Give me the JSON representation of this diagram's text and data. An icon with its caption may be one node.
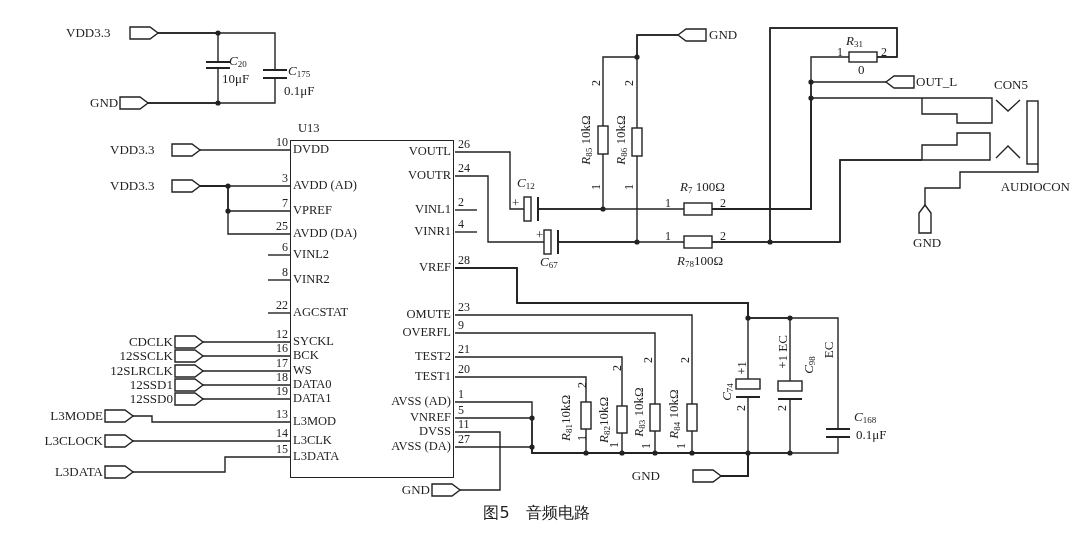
{
  "diagram": {
    "caption": "图5　音频电路",
    "nodes": [
      {
        "text": [
          "U13",
          "DVDD",
          "AVDD (AD)",
          "VPREF",
          "AVDD (DA)",
          "VINL2",
          "VINR2",
          "AGCSTAT",
          "SYCKL",
          "BCK",
          "WS",
          "DATA0",
          "DATA1",
          "L3MOD",
          "L3CLK",
          "L3DATA",
          "VOUTL",
          "VOUTR",
          "VINL1",
          "VINR1",
          "VREF",
          "OMUTE",
          "OVERFL",
          "TEST2",
          "TEST1",
          "AVSS (AD)",
          "VNREF",
          "DVSS",
          "AVSS (DA)"
        ],
        "beside": [
          "10",
          "3",
          "7",
          "25",
          "6",
          "8",
          "22",
          "12",
          "16",
          "17",
          "18",
          "19",
          "13",
          "14",
          "15",
          "26",
          "24",
          "2",
          "4",
          "28",
          "23",
          "9",
          "21",
          "20",
          "1",
          "5",
          "11",
          "27"
        ]
      },
      {
        "text": [],
        "shape": "flag",
        "beside": [
          "VDD3.3"
        ]
      },
      {
        "text": [],
        "shape": "flag",
        "beside": [
          "GND"
        ]
      },
      {
        "text": [],
        "shape": "capacitor",
        "beside": [
          "*C*$_{20}$",
          "10μF"
        ]
      },
      {
        "text": [],
        "shape": "capacitor",
        "beside": [
          "*C*$_{175}$",
          "0.1μF"
        ]
      },
      {
        "text": [],
        "shape": "flag",
        "beside": [
          "VDD3.3"
        ]
      },
      {
        "text": [],
        "shape": "flag",
        "beside": [
          "VDD3.3"
        ]
      },
      {
        "text": [],
        "shape": "flag",
        "beside": [
          "CDCLK"
        ]
      },
      {
        "text": [],
        "shape": "flag",
        "beside": [
          "12SSCLK"
        ]
      },
      {
        "text": [],
        "shape": "flag",
        "beside": [
          "12SLRCLK"
        ]
      },
      {
        "text": [],
        "shape": "flag",
        "beside": [
          "12SSD1"
        ]
      },
      {
        "text": [],
        "shape": "flag",
        "beside": [
          "12SSD0"
        ]
      },
      {
        "text": [],
        "shape": "flag",
        "beside": [
          "L3MODE"
        ]
      },
      {
        "text": [],
        "shape": "flag",
        "beside": [
          "L3CLOCK"
        ]
      },
      {
        "text": [],
        "shape": "flag",
        "beside": [
          "L3DATA"
        ]
      },
      {
        "text": [],
        "shape": "flag",
        "beside": [
          "GND"
        ]
      },
      {
        "text": [],
        "shape": "flag",
        "beside": [
          "GND"
        ]
      },
      {
        "text": [],
        "shape": "resistor",
        "beside": [
          "*R*$_{31}$",
          "1",
          "2",
          "0"
        ]
      },
      {
        "text": [],
        "shape": "flag",
        "beside": [
          "OUT_L"
        ]
      },
      {
        "text": [],
        "shape": "connector",
        "beside": [
          "CON5",
          "AUDIOCON"
        ]
      },
      {
        "text": [],
        "shape": "resistor",
        "beside": [
          "*R*$_{85}$ 10kΩ",
          "2",
          "1"
        ]
      },
      {
        "text": [],
        "shape": "resistor",
        "beside": [
          "*R*$_{86}$ 10kΩ",
          "2",
          "1"
        ]
      },
      {
        "text": [],
        "shape": "capacitor",
        "beside": [
          "*C*$_{12}$",
          "+"
        ]
      },
      {
        "text": [],
        "shape": "resistor",
        "beside": [
          "1",
          "*R*$_{7}$ 100Ω",
          "2"
        ]
      },
      {
        "text": [],
        "shape": "capacitor",
        "beside": [
          "+",
          "*C*$_{67}$"
        ]
      },
      {
        "text": [],
        "shape": "resistor",
        "beside": [
          "1",
          "2",
          "*R*$_{78}$100Ω"
        ]
      },
      {
        "text": [],
        "shape": "flag",
        "beside": [
          "GND"
        ]
      },
      {
        "text": [],
        "shape": "resistor",
        "beside": [
          "*R*$_{81}$10kΩ",
          "2",
          "1"
        ]
      },
      {
        "text": [],
        "shape": "resistor",
        "beside": [
          "*R*$_{82}$10kΩ",
          "2",
          "1"
        ]
      },
      {
        "text": [],
        "shape": "resistor",
        "beside": [
          "*R*$_{83}$ 10kΩ",
          "2",
          "1"
        ]
      },
      {
        "text": [],
        "shape": "resistor",
        "beside": [
          "*R*$_{84}$ 10kΩ",
          "2",
          "1"
        ]
      },
      {
        "text": [],
        "shape": "capacitor",
        "beside": [
          "*C*$_{74}$",
          "+1",
          "2"
        ]
      },
      {
        "text": [],
        "shape": "capacitor",
        "beside": [
          "+1 EC",
          "2",
          "*C*$_{98}$"
        ]
      },
      {
        "text": [],
        "shape": "capacitor",
        "beside": [
          "*C*$_{168}$",
          "0.1μF"
        ]
      },
      {
        "text": [],
        "shape": "flag",
        "beside": [
          "GND"
        ]
      }
    ],
    "edges": [
      {
        "from": 1,
        "to": 3,
        "arrow": "none"
      },
      {
        "from": 1,
        "to": 4,
        "arrow": "none"
      },
      {
        "from": 2,
        "to": 3,
        "arrow": "none"
      },
      {
        "from": 2,
        "to": 4,
        "arrow": "none"
      },
      {
        "from": 5,
        "to": 0,
        "arrow": "none"
      },
      {
        "from": 6,
        "to": 0,
        "arrow": "none"
      },
      {
        "from": 6,
        "to": 0,
        "arrow": "none"
      },
      {
        "from": 6,
        "to": 0,
        "arrow": "none"
      },
      {
        "from": 7,
        "to": 0,
        "arrow": "none"
      },
      {
        "from": 8,
        "to": 0,
        "arrow": "none"
      },
      {
        "from": 9,
        "to": 0,
        "arrow": "none"
      },
      {
        "from": 10,
        "to": 0,
        "arrow": "none"
      },
      {
        "from": 11,
        "to": 0,
        "arrow": "none"
      },
      {
        "from": 12,
        "to": 0,
        "arrow": "none"
      },
      {
        "from": 13,
        "to": 0,
        "arrow": "none"
      },
      {
        "from": 14,
        "to": 0,
        "arrow": "none"
      },
      {
        "from": 0,
        "to": 22,
        "arrow": "none"
      },
      {
        "from": 0,
        "to": 24,
        "arrow": "none"
      },
      {
        "from": 22,
        "to": 20,
        "arrow": "none"
      },
      {
        "from": 22,
        "to": 23,
        "arrow": "none"
      },
      {
        "from": 24,
        "to": 21,
        "arrow": "none"
      },
      {
        "from": 24,
        "to": 25,
        "arrow": "none"
      },
      {
        "from": 20,
        "to": 16,
        "arrow": "none"
      },
      {
        "from": 21,
        "to": 16,
        "arrow": "none"
      },
      {
        "from": 23,
        "to": 17,
        "arrow": "none"
      },
      {
        "from": 23,
        "to": 18,
        "arrow": "none"
      },
      {
        "from": 23,
        "to": 19,
        "arrow": "none"
      },
      {
        "from": 17,
        "to": 25,
        "arrow": "none"
      },
      {
        "from": 17,
        "to": 19,
        "arrow": "none"
      },
      {
        "from": 25,
        "to": 19,
        "arrow": "none"
      },
      {
        "from": 19,
        "to": 26,
        "arrow": "none"
      },
      {
        "from": 0,
        "to": 31,
        "arrow": "none"
      },
      {
        "from": 0,
        "to": 32,
        "arrow": "none"
      },
      {
        "from": 0,
        "to": 33,
        "arrow": "none"
      },
      {
        "from": 0,
        "to": 30,
        "arrow": "none"
      },
      {
        "from": 0,
        "to": 29,
        "arrow": "none"
      },
      {
        "from": 0,
        "to": 28,
        "arrow": "none"
      },
      {
        "from": 0,
        "to": 27,
        "arrow": "none"
      },
      {
        "from": 0,
        "to": 15,
        "arrow": "none"
      },
      {
        "from": 0,
        "to": 34,
        "arrow": "none"
      },
      {
        "from": 0,
        "to": 34,
        "arrow": "none"
      },
      {
        "from": 0,
        "to": 34,
        "arrow": "none"
      },
      {
        "from": 27,
        "to": 34,
        "arrow": "none"
      },
      {
        "from": 28,
        "to": 34,
        "arrow": "none"
      },
      {
        "from": 29,
        "to": 34,
        "arrow": "none"
      },
      {
        "from": 30,
        "to": 34,
        "arrow": "none"
      },
      {
        "from": 31,
        "to": 34,
        "arrow": "none"
      },
      {
        "from": 32,
        "to": 34,
        "arrow": "none"
      },
      {
        "from": 33,
        "to": 34,
        "arrow": "none"
      }
    ],
    "labels": [
      "EC"
    ]
  }
}
